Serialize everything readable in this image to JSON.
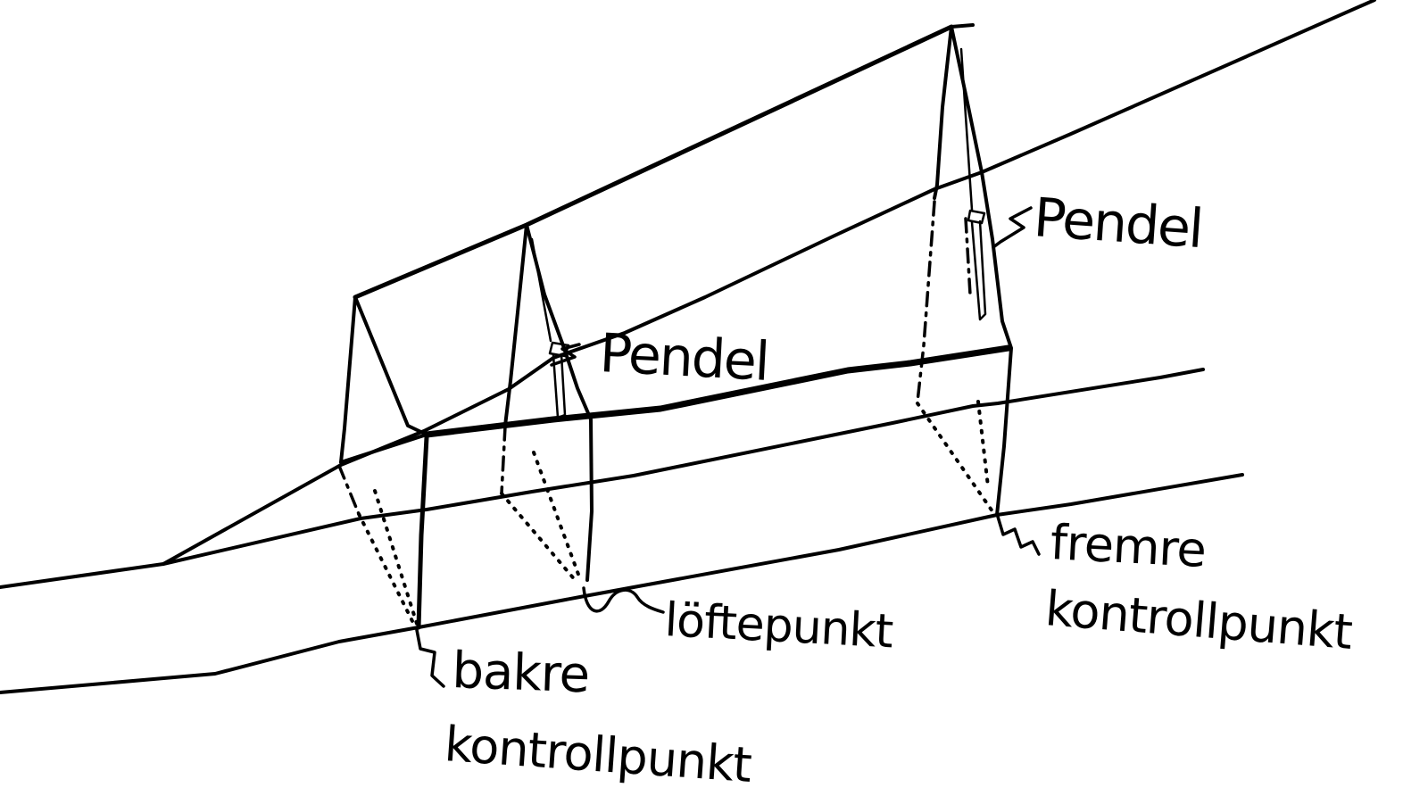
{
  "figure": {
    "ink_color": "#000000",
    "paper_color": "#ffffff"
  },
  "labels": {
    "pendel_mid": "Pendel",
    "pendel_front": "Pendel",
    "loftepunkt": "löftepunkt",
    "bakre_line1": "bakre",
    "bakre_line2": "kontrollpunkt",
    "fremre_line1": "fremre",
    "fremre_line2": "kontrollpunkt"
  }
}
